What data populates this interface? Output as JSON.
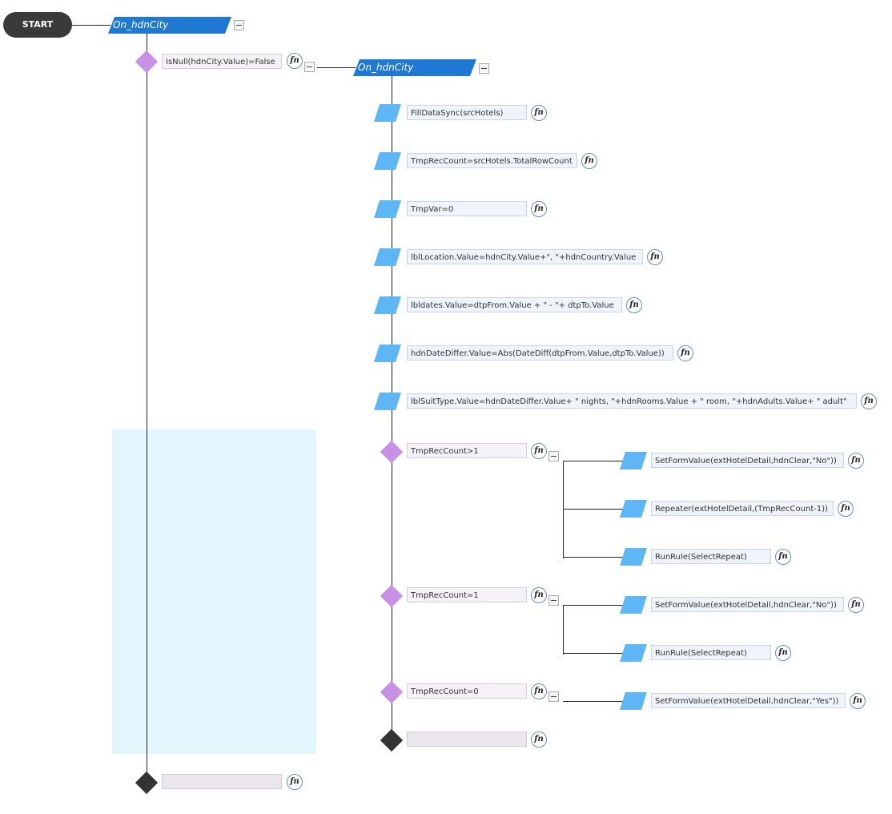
{
  "start": {
    "label": "START"
  },
  "events": {
    "main": "On_hdnCity",
    "inner": "On_hdnCity"
  },
  "conditions": {
    "isnull": "IsNull(hdnCity.Value)=False",
    "gt1": "TmpRecCount>1",
    "eq1": "TmpRecCount=1",
    "eq0": "TmpRecCount=0"
  },
  "actions": {
    "a1": "FillDataSync(srcHotels)",
    "a2": "TmpRecCount=srcHotels.TotalRowCount",
    "a3": "TmpVar=0",
    "a4": "lblLocation.Value=hdnCity.Value+\", \"+hdnCountry.Value",
    "a5": "lbldates.Value=dtpFrom.Value + \" - \"+ dtpTo.Value",
    "a6": "hdnDateDiffer.Value=Abs(DateDiff(dtpFrom.Value,dtpTo.Value))",
    "a7": "lblSuitType.Value=hdnDateDiffer.Value+ \" nights, \"+hdnRooms.Value + \" room, \"+hdnAdults.Value+ \" adult\""
  },
  "branch_gt1": [
    "SetFormValue(extHotelDetail,hdnClear,\"No\"))",
    "Repeater(extHotelDetail,(TmpRecCount-1))",
    "RunRule(SelectRepeat)"
  ],
  "branch_eq1": [
    "SetFormValue(extHotelDetail,hdnClear,\"No\"))",
    "RunRule(SelectRepeat)"
  ],
  "branch_eq0": [
    "SetFormValue(extHotelDetail,hdnClear,\"Yes\"))"
  ],
  "fn_label": "fn",
  "colors": {
    "event": "#1f78d1",
    "action": "#5fb6f5",
    "condition": "#c792e6",
    "end": "#333333",
    "shade": "#e4f6fd"
  }
}
